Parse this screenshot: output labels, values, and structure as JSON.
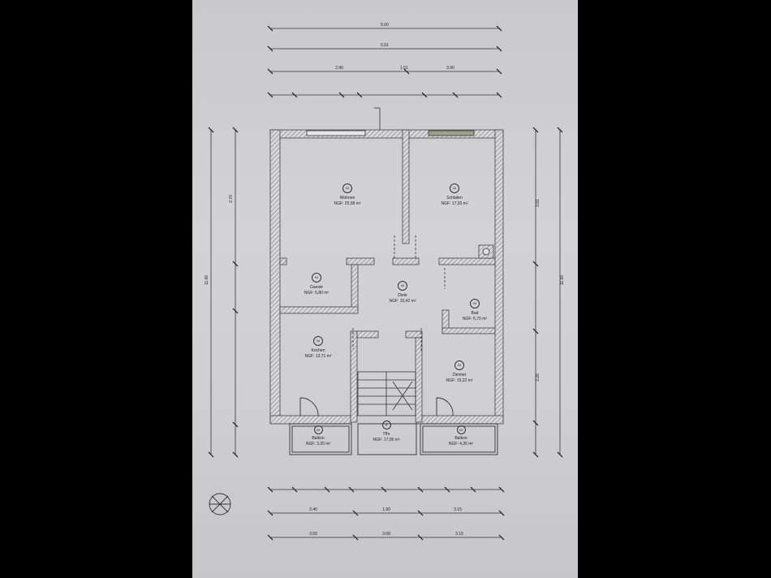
{
  "dimensions": {
    "top_row1": "5.00",
    "top_row2": "5.91",
    "top_row3_left": "2.90",
    "top_row3_mid": "1.51",
    "top_row3_right": "3.90",
    "left_total": "11.66",
    "left_mid": "2.70",
    "right_total": "11.66",
    "right_top": "3.81",
    "right_mid": "3.26",
    "bottom_row2_left": "3.40",
    "bottom_row2_mid": "1.90",
    "bottom_row2_right": "3.15",
    "bottom_row3_left": "3.50",
    "bottom_row3_mid": "3.68",
    "bottom_row3_right": "3.15"
  },
  "rooms": [
    {
      "id": "wohnen",
      "number": "04",
      "name": "Wohnen",
      "area": "NGF: 25,58 m²"
    },
    {
      "id": "schlafen",
      "number": "04",
      "name": "Schlafen",
      "area": "NGF: 17,33 m²"
    },
    {
      "id": "gaeste",
      "number": "04",
      "name": "Gaeste",
      "area": "NGF: 5,80 m²"
    },
    {
      "id": "diele",
      "number": "04",
      "name": "Diele",
      "area": "NGF: 10,42 m²"
    },
    {
      "id": "bad",
      "number": "04",
      "name": "Bad",
      "area": "NGF: 5,70 m²"
    },
    {
      "id": "kochen",
      "number": "04",
      "name": "Kochen",
      "area": "NGF: 13,71 m²"
    },
    {
      "id": "zimmer",
      "number": "04",
      "name": "Zimmer",
      "area": "NGF: 15,22 m²"
    },
    {
      "id": "balkon-left",
      "number": "04",
      "name": "Balkon",
      "area": "NGF: 3,20 m²"
    },
    {
      "id": "treppe",
      "number": "0",
      "name": "Tfhr",
      "area": "NGF: 17,06 m²"
    },
    {
      "id": "balkon-right",
      "number": "04",
      "name": "Balkon",
      "area": "NGF: 4,26 m²"
    }
  ],
  "colors": {
    "paper": "#cfcfd2",
    "wall_hatch": "#7a7a7a",
    "ink": "#222222"
  }
}
